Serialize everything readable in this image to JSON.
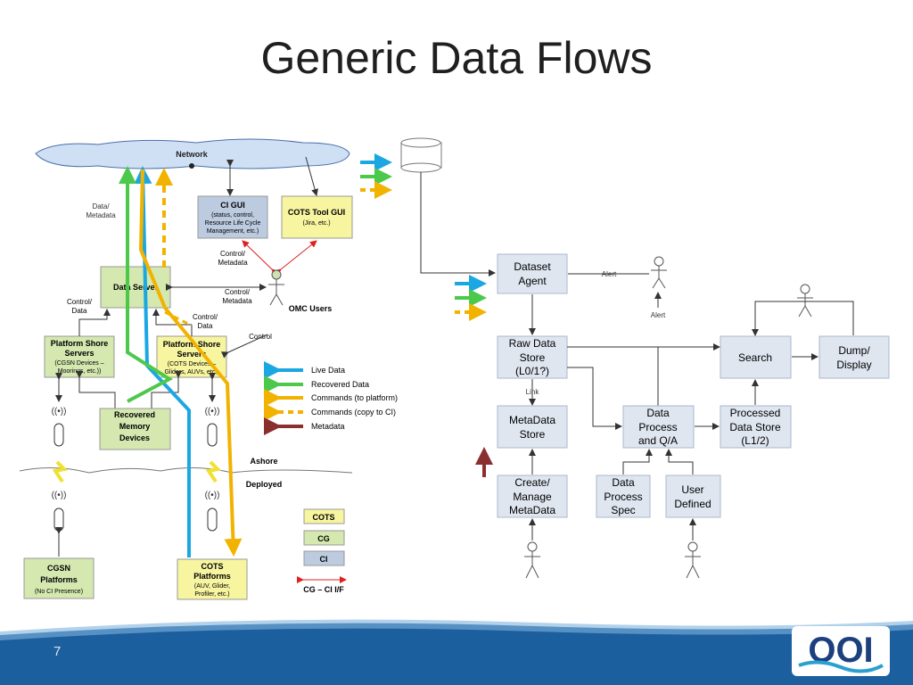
{
  "title": "Generic Data Flows",
  "page_number": "7",
  "logo_text": "OOI",
  "colors": {
    "live_data": "#1aa7e2",
    "recovered_data": "#4cc94a",
    "commands": "#f2b300",
    "metadata": "#8b2e2e",
    "cg_ci_if": "#e02020",
    "yellow_box": "#f7f5a0",
    "green_box": "#d4e8b0",
    "grey_box": "#bccbe0",
    "cloud": "#cfe0f5",
    "footer": "#1c5f9e"
  },
  "left_diagram": {
    "network": "Network",
    "ci_gui_title": "CI GUI",
    "ci_gui_sub1": "(status, control,",
    "ci_gui_sub2": "Resource Life Cycle",
    "ci_gui_sub3": "Management, etc.)",
    "cots_gui_title": "COTS Tool GUI",
    "cots_gui_sub": "(Jira, etc.)",
    "data_metadata_1": "Data/",
    "data_metadata_2": "Metadata",
    "control_metadata_a1": "Control/",
    "control_metadata_a2": "Metadata",
    "data_server": "Data Server",
    "control_metadata_b1": "Control/",
    "control_metadata_b2": "Metadata",
    "omc_users": "OMC Users",
    "control_data_a1": "Control/",
    "control_data_a2": "Data",
    "control_data_b1": "Control/",
    "control_data_b2": "Data",
    "control": "Control",
    "pss_cgsn_1": "Platform Shore",
    "pss_cgsn_2": "Servers",
    "pss_cgsn_3": "(CGSN Devices –",
    "pss_cgsn_4": "Moorings, etc.))",
    "pss_cots_1": "Platform Shore",
    "pss_cots_2": "Servers",
    "pss_cots_3": "(COTS Devices –",
    "pss_cots_4": "Gliders, AUVs, etc.)",
    "recovered_1": "Recovered",
    "recovered_2": "Memory",
    "recovered_3": "Devices",
    "ashore": "Ashore",
    "deployed": "Deployed",
    "cgsn_1": "CGSN",
    "cgsn_2": "Platforms",
    "cgsn_3": "(No CI Presence)",
    "cotsp_1": "COTS",
    "cotsp_2": "Platforms",
    "cotsp_3": "(AUV, Glider,",
    "cotsp_4": "Profiler, etc.)",
    "legend": {
      "live": "Live Data",
      "recovered": "Recovered Data",
      "commands": "Commands (to platform)",
      "commands_copy": "Commands (copy to CI)",
      "metadata": "Metadata"
    },
    "box_legend": {
      "cots": "COTS",
      "cg": "CG",
      "ci": "CI",
      "cg_ci": "CG – CI I/F"
    }
  },
  "right_diagram": {
    "dataset_agent_1": "Dataset",
    "dataset_agent_2": "Agent",
    "alert_1": "Alert",
    "alert_2": "Alert",
    "raw_1": "Raw Data",
    "raw_2": "Store",
    "raw_3": "(L0/1?)",
    "link": "Link",
    "meta_1": "MetaData",
    "meta_2": "Store",
    "dpq_1": "Data",
    "dpq_2": "Process",
    "dpq_3": "and Q/A",
    "proc_1": "Processed",
    "proc_2": "Data Store",
    "proc_3": "(L1/2)",
    "search": "Search",
    "dump_1": "Dump/",
    "dump_2": "Display",
    "create_1": "Create/",
    "create_2": "Manage",
    "create_3": "MetaData",
    "spec_1": "Data",
    "spec_2": "Process",
    "spec_3": "Spec",
    "user_1": "User",
    "user_2": "Defined"
  }
}
